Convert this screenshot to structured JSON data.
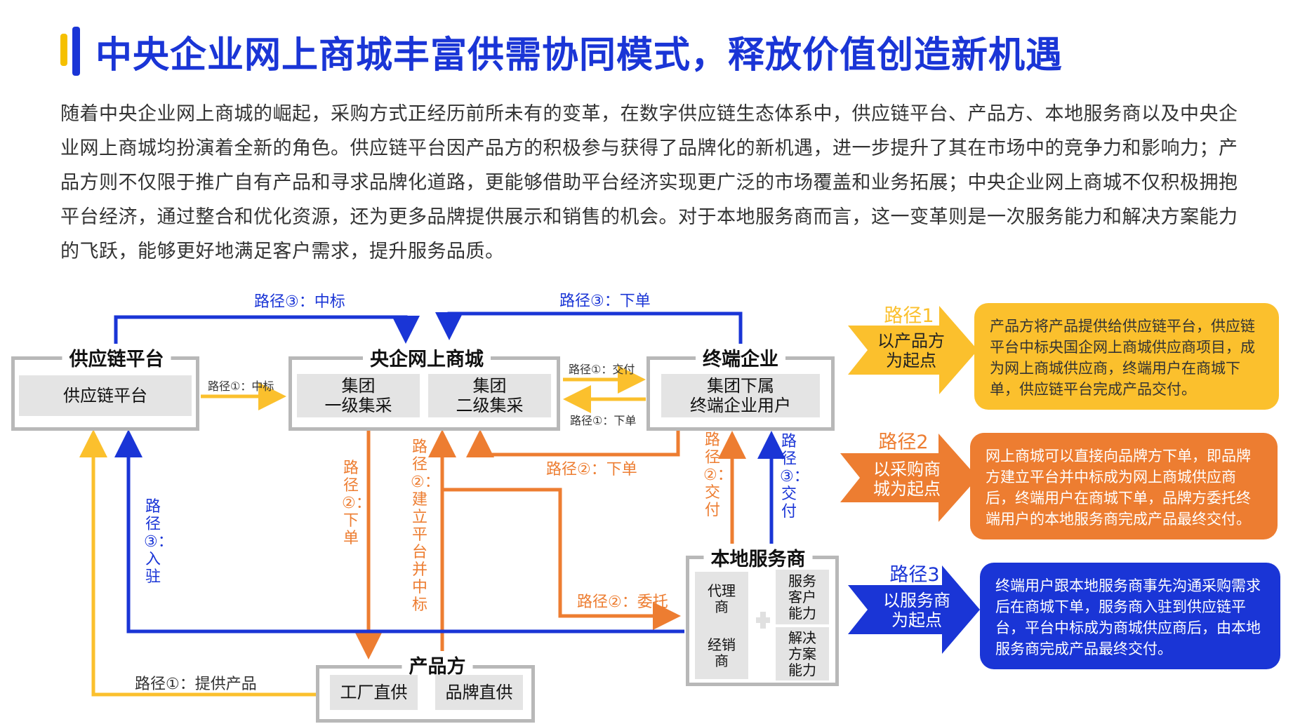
{
  "header": {
    "title": "中央企业网上商城丰富供需协同模式，释放价值创造新机遇"
  },
  "intro": "随着中央企业网上商城的崛起，采购方式正经历前所未有的变革，在数字供应链生态体系中，供应链平台、产品方、本地服务商以及中央企业网上商城均扮演着全新的角色。供应链平台因产品方的积极参与获得了品牌化的新机遇，进一步提升了其在市场中的竞争力和影响力；产品方则不仅限于推广自有产品和寻求品牌化道路，更能够借助平台经济实现更广泛的市场覆盖和业务拓展；中央企业网上商城不仅积极拥抱平台经济，通过整合和优化资源，还为更多品牌提供展示和销售的机会。对于本地服务商而言，这一变革则是一次服务能力和解决方案能力的飞跃，能够更好地满足客户需求，提升服务品质。",
  "nodes": {
    "supply_platform": {
      "title": "供应链平台",
      "cells": [
        "供应链平台"
      ]
    },
    "mall": {
      "title": "央企网上商城",
      "cells": [
        "集团\n一级集采",
        "集团\n二级集采"
      ]
    },
    "terminal": {
      "title": "终端企业",
      "cells": [
        "集团下属\n终端企业用户"
      ]
    },
    "local_service": {
      "title": "本地服务商",
      "cells": [
        "代理\n商",
        "经销\n商",
        "服务\n客户\n能力",
        "解决\n方案\n能力"
      ]
    },
    "product": {
      "title": "产品方",
      "cells": [
        "工厂直供",
        "品牌直供"
      ]
    }
  },
  "edge_labels": {
    "top_left": "路径③：中标",
    "top_right": "路径③：下单",
    "platform_to_mall": "路径①：中标",
    "mall_to_terminal": "路径①：交付",
    "terminal_to_mall": "路径①：下单",
    "terminal_order": "路径②：下单",
    "mall_order_down": "路径②：下单",
    "build_platform": "路径②：建立平台并中标",
    "entrust": "路径②：委托",
    "deliver_orange": "路径②：交付",
    "deliver_blue": "路径③：交付",
    "settle": "路径③：入驻",
    "provide_product": "路径①：提供产品"
  },
  "paths": [
    {
      "head": "路径1",
      "body": "以产品方\n为起点",
      "desc": "产品方将产品提供给供应链平台，供应链平台中标央国企网上商城供应商项目，成为网上商城供应商，终端用户在商城下单，供应链平台完成产品交付。",
      "color": "#fbc02d"
    },
    {
      "head": "路径2",
      "body": "以采购商\n城为起点",
      "desc": "网上商城可以直接向品牌方下单，即品牌方建立平台并中标成为网上商城供应商后，终端用户在商城下单，品牌方委托终端用户的本地服务商完成产品最终交付。",
      "color": "#ed7d31"
    },
    {
      "head": "路径3",
      "body": "以服务商\n为起点",
      "desc": "终端用户跟本地服务商事先沟通采购需求后在商城下单，服务商入驻到供应链平台，平台中标成为商城供应商后，由本地服务商完成产品最终交付。",
      "color": "#1a35d6"
    }
  ],
  "colors": {
    "blue": "#1a35d6",
    "yellow": "#fbc02d",
    "orange": "#ed7d31",
    "gray": "#b8b8b8"
  }
}
